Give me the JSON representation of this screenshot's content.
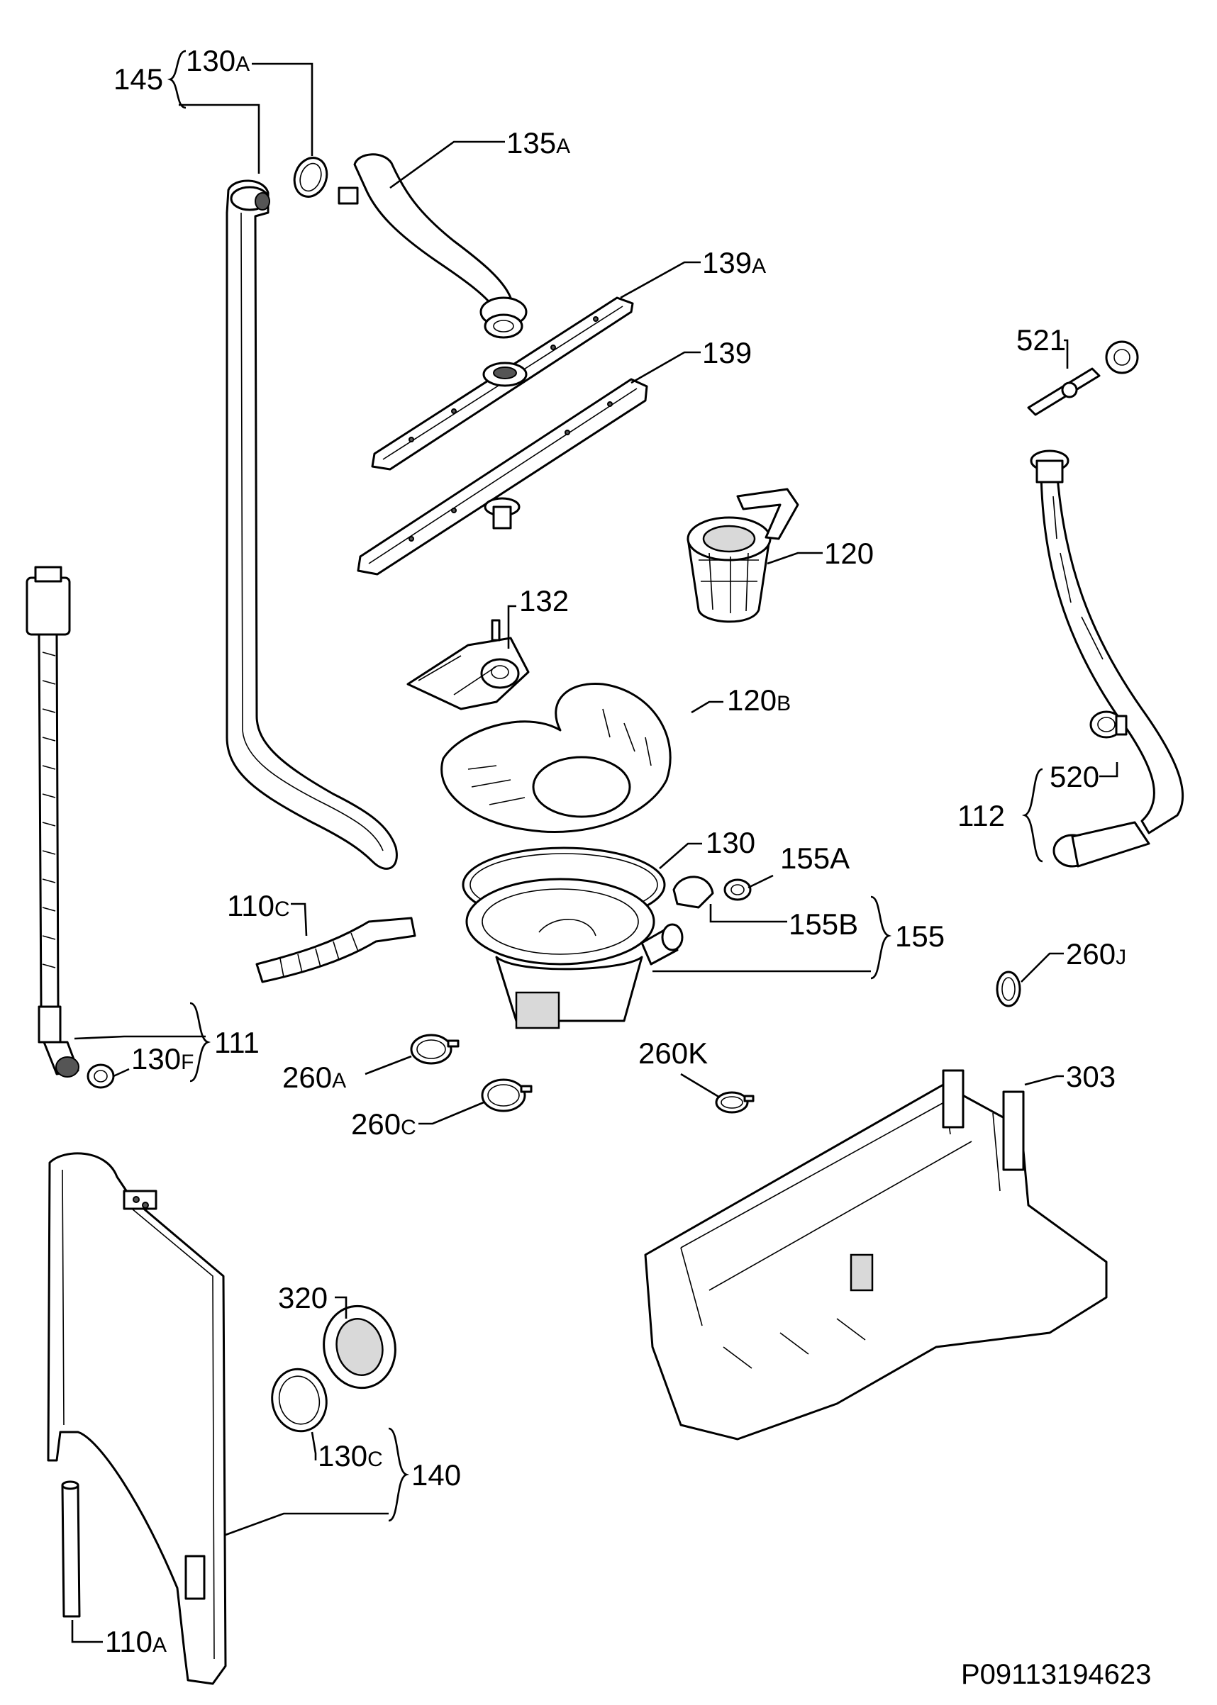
{
  "labels": {
    "l145": "145",
    "l130a": "130",
    "l135a": "135",
    "l139a": "139",
    "l139": "139",
    "l521": "521",
    "l120": "120",
    "l132": "132",
    "l120b": "120",
    "l520": "520",
    "l112": "112",
    "l130": "130",
    "l155a": "155A",
    "l110c": "110",
    "l155b": "155B",
    "l155": "155",
    "l260j": "260",
    "l111": "111",
    "l130f": "130",
    "l260a": "260",
    "l260k": "260K",
    "l303": "303",
    "l260c": "260",
    "l320": "320",
    "l130c": "130",
    "l140": "140",
    "l110a": "110"
  },
  "suffixes": {
    "s130a": "A",
    "s135a": "A",
    "s139a": "A",
    "s120b": "B",
    "s110c": "C",
    "s260j": "J",
    "s130f": "F",
    "s260a": "A",
    "s260c": "C",
    "s130c": "C",
    "s110a": "A"
  },
  "drawing_code": "P09113194623"
}
